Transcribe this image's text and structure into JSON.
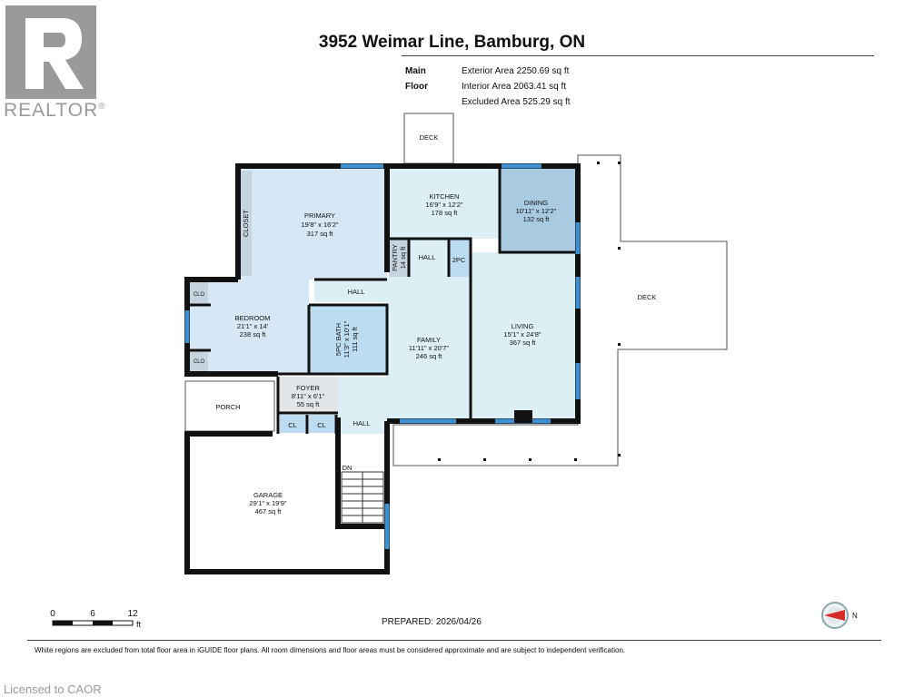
{
  "brand": {
    "name": "REALTOR",
    "mark": "®"
  },
  "header": {
    "title": "3952 Weimar Line, Bamburg, ON",
    "floor_label": "Main Floor",
    "areas": [
      "Exterior Area 2250.69 sq ft",
      "Interior Area 2063.41 sq ft",
      "Excluded Area 525.29 sq ft"
    ]
  },
  "rooms": {
    "deck_top": {
      "name": "DECK"
    },
    "deck_right": {
      "name": "DECK"
    },
    "primary": {
      "name": "PRIMARY",
      "dims": "19'8\" x 16'2\"",
      "area": "317 sq ft"
    },
    "closet": {
      "name": "CLOSET"
    },
    "kitchen": {
      "name": "KITCHEN",
      "dims": "16'9\" x 12'2\"",
      "area": "178 sq ft"
    },
    "dining": {
      "name": "DINING",
      "dims": "10'11\" x 12'2\"",
      "area": "132 sq ft"
    },
    "pantry": {
      "name": "PANTRY",
      "area": "14 sq ft"
    },
    "hall_kitchen": {
      "name": "HALL"
    },
    "two_pc": {
      "name": "2PC"
    },
    "hall_mid": {
      "name": "HALL"
    },
    "clo_top": {
      "name": "CLO"
    },
    "clo_bottom": {
      "name": "CLO"
    },
    "bedroom": {
      "name": "BEDROOM",
      "dims": "21'1\" x 14'",
      "area": "238 sq ft"
    },
    "bath": {
      "name": "5PC BATH",
      "dims": "11'3\" x 10'1\"",
      "area": "111 sq ft"
    },
    "family": {
      "name": "FAMILY",
      "dims": "11'11\" x 20'7\"",
      "area": "246 sq ft"
    },
    "living": {
      "name": "LIVING",
      "dims": "15'1\" x 24'8\"",
      "area": "367 sq ft"
    },
    "foyer": {
      "name": "FOYER",
      "dims": "8'11\" x 6'1\"",
      "area": "55 sq ft"
    },
    "porch": {
      "name": "PORCH"
    },
    "cl_left": {
      "name": "CL"
    },
    "cl_right": {
      "name": "CL"
    },
    "hall_lower": {
      "name": "HALL"
    },
    "stairs": {
      "name": "DN"
    },
    "garage": {
      "name": "GARAGE",
      "dims": "29'1\" x 19'9\"",
      "area": "467 sq ft"
    }
  },
  "scale_bar": {
    "ticks": [
      "0",
      "6",
      "12"
    ],
    "unit": "ft"
  },
  "prepared": "PREPARED: 2026/04/26",
  "compass": {
    "label": "N"
  },
  "footer": {
    "note": "White regions are excluded from total floor area in iGUIDE floor plans. All room dimensions and floor areas must be considered approximate and are subject to independent verification."
  },
  "license": "Licensed to CAOR",
  "colors": {
    "walls": "#111111",
    "room_fill": "#dceff4",
    "bedroom_fill": "#d6e8f5",
    "bath_fill": "#bcdcf2",
    "dining_fill": "#a9cbe2",
    "window": "#3d8fd0",
    "closet_fill": "#c6d4df",
    "logo": "#9a9a9a"
  }
}
